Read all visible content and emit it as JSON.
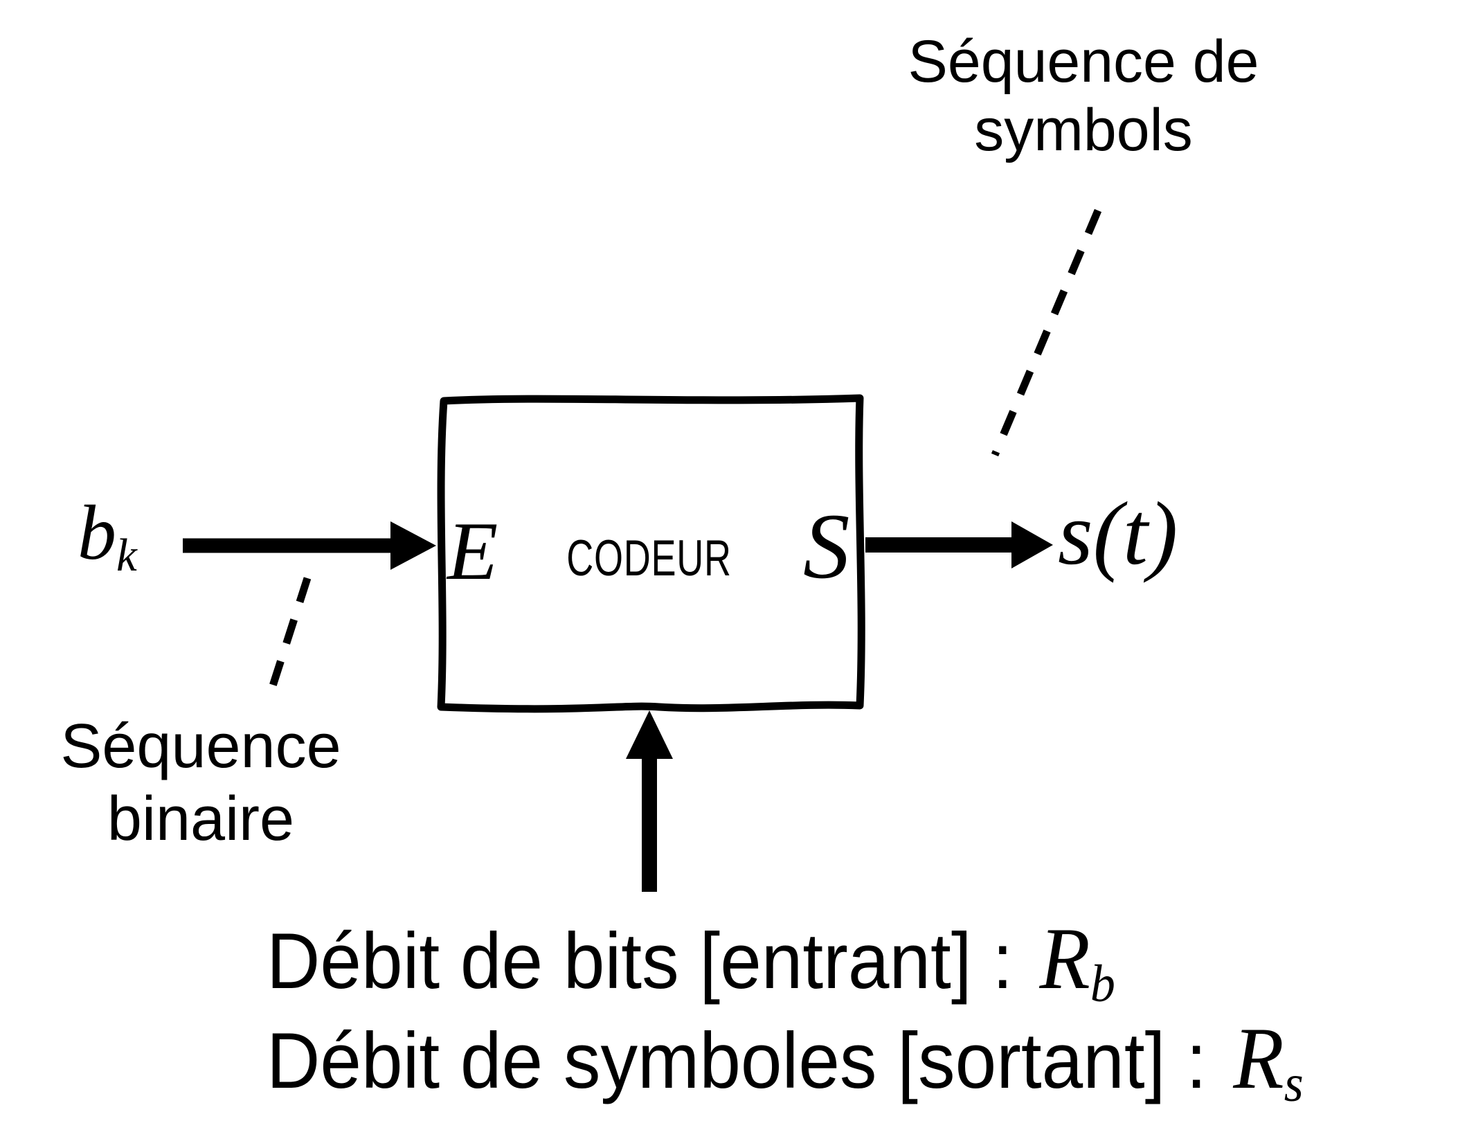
{
  "colors": {
    "ink": "#000000",
    "paper": "#ffffff"
  },
  "block": {
    "name": "CODEUR",
    "input_port": "E",
    "output_port": "S"
  },
  "signals": {
    "input_base": "b",
    "input_sub": "k",
    "output": "s(t)"
  },
  "annotations": {
    "output_sequence_line1": "Séquence de",
    "output_sequence_line2": "symbols",
    "input_sequence_line1": "Séquence",
    "input_sequence_line2": "binaire"
  },
  "caption": {
    "line1_text": "Débit de bits [entrant] :",
    "line1_symbol": "R",
    "line1_symbol_sub": "b",
    "line2_text": "Débit de symboles [sortant] :",
    "line2_symbol": "R",
    "line2_symbol_sub": "s"
  }
}
